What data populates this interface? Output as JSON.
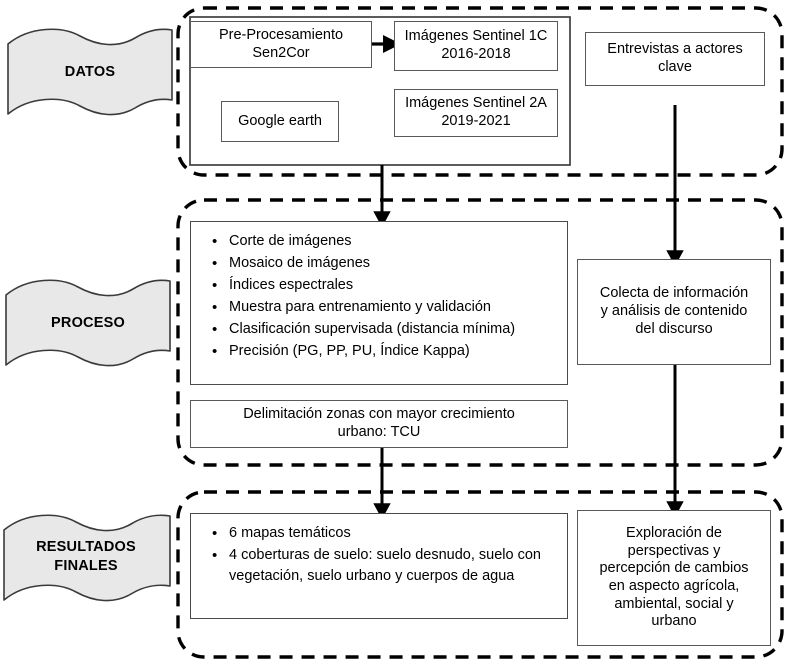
{
  "diagram": {
    "title": "Diagrama metodologico",
    "colors": {
      "banner_fill": "#e8e8e8",
      "banner_stroke": "#3a3a3a",
      "box_stroke": "#595959",
      "frame_stroke": "#000000",
      "arrow": "#000000",
      "background": "#ffffff"
    },
    "stages": [
      {
        "id": "datos",
        "banner_label": "DATOS",
        "nodes": [
          {
            "id": "pre-procesamiento",
            "text": "Pre-Procesamiento\nSen2Cor"
          },
          {
            "id": "sentinel-1c",
            "text": "Imágenes Sentinel 1C\n2016-2018"
          },
          {
            "id": "google-earth",
            "text": "Google earth"
          },
          {
            "id": "sentinel-2a",
            "text": "Imágenes Sentinel 2A\n2019-2021"
          },
          {
            "id": "entrevistas",
            "text": "Entrevistas a actores\nclave"
          }
        ]
      },
      {
        "id": "proceso",
        "banner_label": "PROCESO",
        "nodes": [
          {
            "id": "proceso-lista",
            "items": [
              "Corte de imágenes",
              "Mosaico de imágenes",
              "Índices espectrales",
              "Muestra para entrenamiento y validación",
              "Clasificación supervisada (distancia mínima)",
              "Precisión (PG, PP, PU, Índice Kappa)"
            ]
          },
          {
            "id": "delimitacion",
            "text": "Delimitación zonas con mayor crecimiento\nurbano: TCU"
          },
          {
            "id": "colecta",
            "text": "Colecta de información\ny análisis de contenido\ndel discurso"
          }
        ]
      },
      {
        "id": "resultados-finales",
        "banner_label": "RESULTADOS\nFINALES",
        "banner_label_lines": [
          "RESULTADOS",
          "FINALES"
        ],
        "nodes": [
          {
            "id": "resultados-lista",
            "items": [
              "6 mapas temáticos",
              "4 coberturas de suelo: suelo desnudo, suelo con vegetación, suelo urbano y cuerpos de agua"
            ]
          },
          {
            "id": "exploracion",
            "text": "Exploración de\nperspectivas y\npercepción de cambios\nen aspecto agrícola,\nambiental, social y\nurbano"
          }
        ]
      }
    ],
    "texts": {
      "banner_datos": "DATOS",
      "banner_proceso": "PROCESO",
      "banner_resultados_line1": "RESULTADOS",
      "banner_resultados_line2": "FINALES",
      "pre_procesamiento_l1": "Pre-Procesamiento",
      "pre_procesamiento_l2": "Sen2Cor",
      "sentinel1c_l1": "Imágenes Sentinel 1C",
      "sentinel1c_l2": "2016-2018",
      "google_earth": "Google earth",
      "sentinel2a_l1": "Imágenes Sentinel 2A",
      "sentinel2a_l2": "2019-2021",
      "entrevistas_l1": "Entrevistas a actores",
      "entrevistas_l2": "clave",
      "proceso_item_1": "Corte de imágenes",
      "proceso_item_2": "Mosaico de imágenes",
      "proceso_item_3": "Índices espectrales",
      "proceso_item_4": "Muestra para entrenamiento y validación",
      "proceso_item_5": "Clasificación supervisada (distancia mínima)",
      "proceso_item_6": "Precisión (PG, PP, PU, Índice Kappa)",
      "delimitacion_l1": "Delimitación zonas con mayor crecimiento",
      "delimitacion_l2": "urbano: TCU",
      "colecta_l1": "Colecta de información",
      "colecta_l2": "y análisis de contenido",
      "colecta_l3": "del discurso",
      "resultados_item_1": "6 mapas temáticos",
      "resultados_item_2": "4 coberturas de suelo: suelo desnudo, suelo con vegetación, suelo urbano y cuerpos de agua",
      "exploracion_l1": "Exploración de",
      "exploracion_l2": "perspectivas y",
      "exploracion_l3": "percepción de cambios",
      "exploracion_l4": "en aspecto agrícola,",
      "exploracion_l5": "ambiental, social y",
      "exploracion_l6": "urbano",
      "bullet": "•"
    }
  }
}
